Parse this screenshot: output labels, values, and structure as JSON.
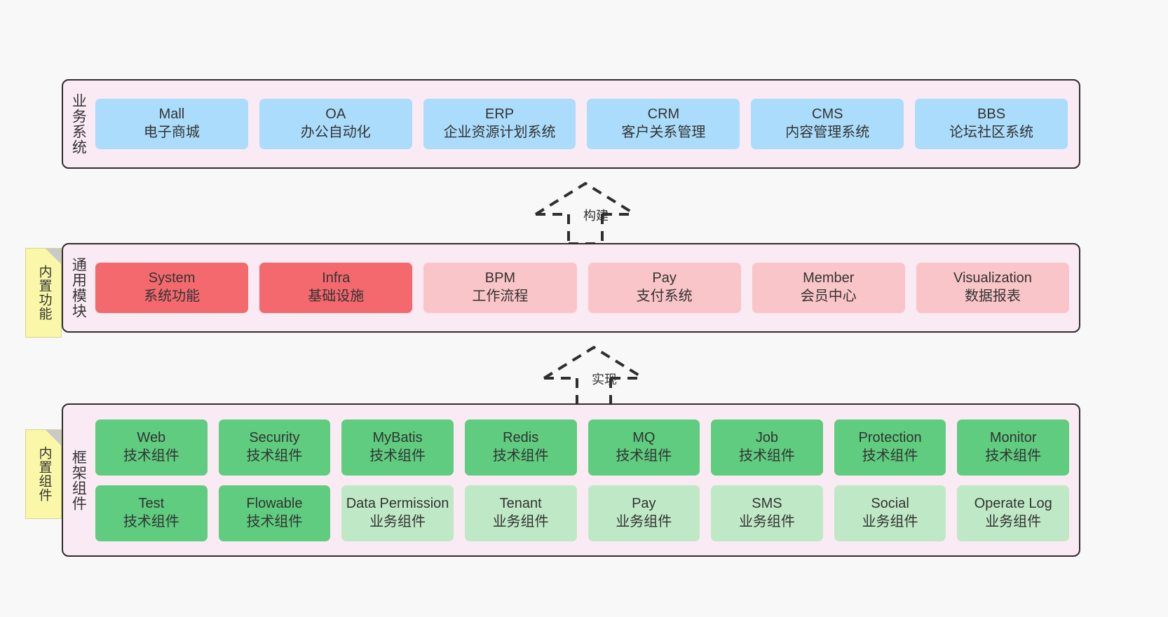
{
  "colors": {
    "canvas_bg": "#f8f8f8",
    "layer_bg": "#faeaf4",
    "layer_border": "#2e2e2e",
    "business_cell": "#abdcfb",
    "module_core": "#f4696e",
    "module_normal": "#fac5c8",
    "component_tech": "#5fcc7f",
    "component_biz": "#bfe9c6",
    "note_bg": "#fbf7a8",
    "note_fold": "#c9c9c9",
    "text": "#333333"
  },
  "notes": [
    {
      "id": "builtin-functions",
      "label": "内置功能"
    },
    {
      "id": "builtin-components",
      "label": "内置组件"
    }
  ],
  "arrows": [
    {
      "id": "build",
      "label": "构建",
      "style": "dashed-hollow-up"
    },
    {
      "id": "implement",
      "label": "实现",
      "style": "dashed-hollow-up"
    }
  ],
  "layers": [
    {
      "id": "business-systems",
      "title": "业务系统",
      "rows": [
        {
          "cells": [
            {
              "en": "Mall",
              "cn": "电子商城",
              "color": "blue"
            },
            {
              "en": "OA",
              "cn": "办公自动化",
              "color": "blue"
            },
            {
              "en": "ERP",
              "cn": "企业资源计划系统",
              "color": "blue"
            },
            {
              "en": "CRM",
              "cn": "客户关系管理",
              "color": "blue"
            },
            {
              "en": "CMS",
              "cn": "内容管理系统",
              "color": "blue"
            },
            {
              "en": "BBS",
              "cn": "论坛社区系统",
              "color": "blue"
            }
          ]
        }
      ]
    },
    {
      "id": "common-modules",
      "title": "通用模块",
      "rows": [
        {
          "cells": [
            {
              "en": "System",
              "cn": "系统功能",
              "color": "red"
            },
            {
              "en": "Infra",
              "cn": "基础设施",
              "color": "red"
            },
            {
              "en": "BPM",
              "cn": "工作流程",
              "color": "pink"
            },
            {
              "en": "Pay",
              "cn": "支付系统",
              "color": "pink"
            },
            {
              "en": "Member",
              "cn": "会员中心",
              "color": "pink"
            },
            {
              "en": "Visualization",
              "cn": "数据报表",
              "color": "pink"
            }
          ]
        }
      ]
    },
    {
      "id": "framework-components",
      "title": "框架组件",
      "rows": [
        {
          "cells": [
            {
              "en": "Web",
              "cn": "技术组件",
              "color": "green"
            },
            {
              "en": "Security",
              "cn": "技术组件",
              "color": "green"
            },
            {
              "en": "MyBatis",
              "cn": "技术组件",
              "color": "green"
            },
            {
              "en": "Redis",
              "cn": "技术组件",
              "color": "green"
            },
            {
              "en": "MQ",
              "cn": "技术组件",
              "color": "green"
            },
            {
              "en": "Job",
              "cn": "技术组件",
              "color": "green"
            },
            {
              "en": "Protection",
              "cn": "技术组件",
              "color": "green"
            },
            {
              "en": "Monitor",
              "cn": "技术组件",
              "color": "green"
            }
          ]
        },
        {
          "cells": [
            {
              "en": "Test",
              "cn": "技术组件",
              "color": "green"
            },
            {
              "en": "Flowable",
              "cn": "技术组件",
              "color": "green"
            },
            {
              "en": "Data Permission",
              "cn": "业务组件",
              "color": "lightgreen"
            },
            {
              "en": "Tenant",
              "cn": "业务组件",
              "color": "lightgreen"
            },
            {
              "en": "Pay",
              "cn": "业务组件",
              "color": "lightgreen"
            },
            {
              "en": "SMS",
              "cn": "业务组件",
              "color": "lightgreen"
            },
            {
              "en": "Social",
              "cn": "业务组件",
              "color": "lightgreen"
            },
            {
              "en": "Operate Log",
              "cn": "业务组件",
              "color": "lightgreen"
            }
          ]
        }
      ]
    }
  ]
}
